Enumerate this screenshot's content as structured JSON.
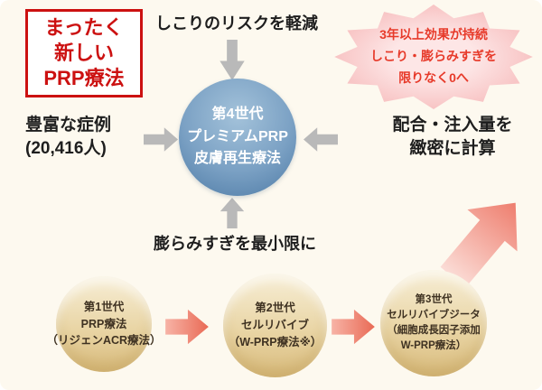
{
  "badge": {
    "lines": [
      "まったく",
      "新しい",
      "PRP療法"
    ]
  },
  "labels": {
    "top": "しこりのリスクを軽減",
    "left_line1": "豊富な症例",
    "left_line2": "(20,416人)",
    "right_line1": "配合・注入量を",
    "right_line2": "緻密に計算",
    "bottom": "膨らみすぎを最小限に"
  },
  "center_circle": {
    "lines": [
      "第4世代",
      "プレミアムPRP",
      "皮膚再生療法"
    ]
  },
  "starburst": {
    "lines": [
      "3年以上効果が持続",
      "しこり・膨らみすぎを",
      "限りなく0へ"
    ]
  },
  "generations": [
    {
      "lines": [
        "第1世代",
        "PRP療法",
        "（リジェンACR療法）"
      ]
    },
    {
      "lines": [
        "第2世代",
        "セルリバイブ",
        "（W-PRP療法※）"
      ]
    },
    {
      "lines": [
        "第3世代",
        "セルリバイブジータ",
        "（細胞成長因子添加",
        "W-PRP療法）"
      ]
    }
  ],
  "icons": {
    "arrow_down": "block-arrow-down",
    "arrow_right": "block-arrow-right",
    "arrow_left": "block-arrow-left",
    "arrow_up": "block-arrow-up",
    "gen_arrows": "block-arrow-right",
    "big_arrow": "block-arrow-up-right",
    "starburst": "starburst-shape"
  },
  "colors": {
    "background": "#fdf9ef",
    "accent_red": "#cc1111",
    "starburst_fill": "#f6bcbc",
    "starburst_text": "#e73a2a",
    "circle_blue_top": "#a3c2da",
    "circle_blue_bottom": "#4d7aa5",
    "gen_circle_top": "#f7eed6",
    "gen_circle_bottom": "#d9bc7e",
    "arrow_gray": "#b9b9b9",
    "arrow_pink": "#e96a55"
  }
}
